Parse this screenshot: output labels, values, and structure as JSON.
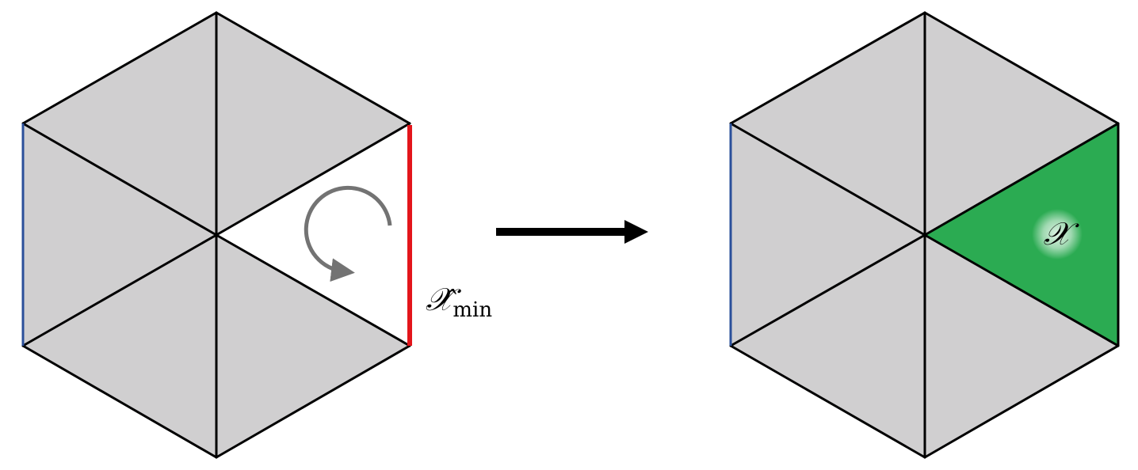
{
  "colors": {
    "face_fill": "#d0cfd0",
    "edge": "#000000",
    "boundary_left": "#2a4f9a",
    "highlight_edge": "#e3151b",
    "selected_face": "#2bab52",
    "rotation_arrow": "#737373",
    "arrow": "#000000",
    "label_glow": "#ffffff"
  },
  "icons": {
    "rotation": "clockwise-rotation-arrow-icon",
    "transition": "right-arrow-icon"
  },
  "left_panel": {
    "empty_face": "white-triangle",
    "edge_label": {
      "main": "𝒳̂",
      "subscript": "min"
    }
  },
  "right_panel": {
    "face_label": "𝒳"
  }
}
